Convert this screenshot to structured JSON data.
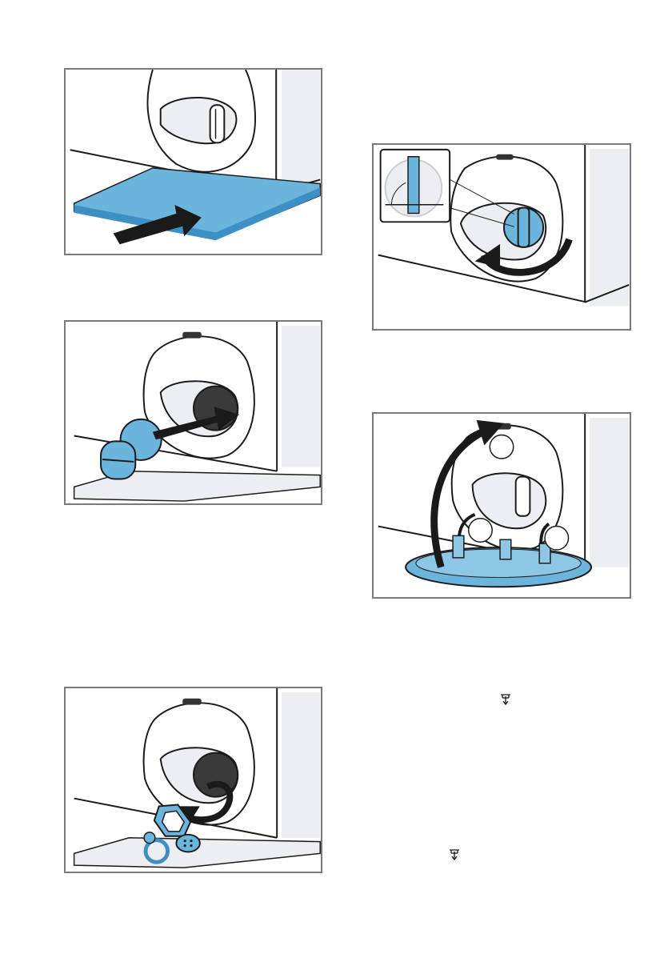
{
  "document": {
    "figures": [
      {
        "name": "figure-insert-tray",
        "icons": [
          "drain-pump-cap",
          "flat-tray",
          "push-arrow"
        ]
      },
      {
        "name": "figure-turn-cap",
        "icons": [
          "zoom-inset",
          "drain-pump-cap",
          "rotate-arrow"
        ]
      },
      {
        "name": "figure-remove-cap",
        "icons": [
          "drain-pump-cap",
          "pull-arrow"
        ]
      },
      {
        "name": "figure-refit-cover",
        "icons": [
          "service-cover",
          "hinge-arrows"
        ],
        "step_labels": [
          "",
          "",
          ""
        ]
      },
      {
        "name": "figure-foreign-objects",
        "icons": [
          "seal",
          "button",
          "ring",
          "drop-arrow"
        ]
      }
    ],
    "symbols": [
      {
        "name": "drain-symbol-1",
        "icon": "drain-pump-symbol"
      },
      {
        "name": "drain-symbol-2",
        "icon": "drain-pump-symbol"
      }
    ],
    "colors": {
      "frame": "#7a7a7a",
      "highlight_blue": "#6bb5dc",
      "outline": "#1a1a1a",
      "panel_grey": "#eceef2"
    }
  }
}
